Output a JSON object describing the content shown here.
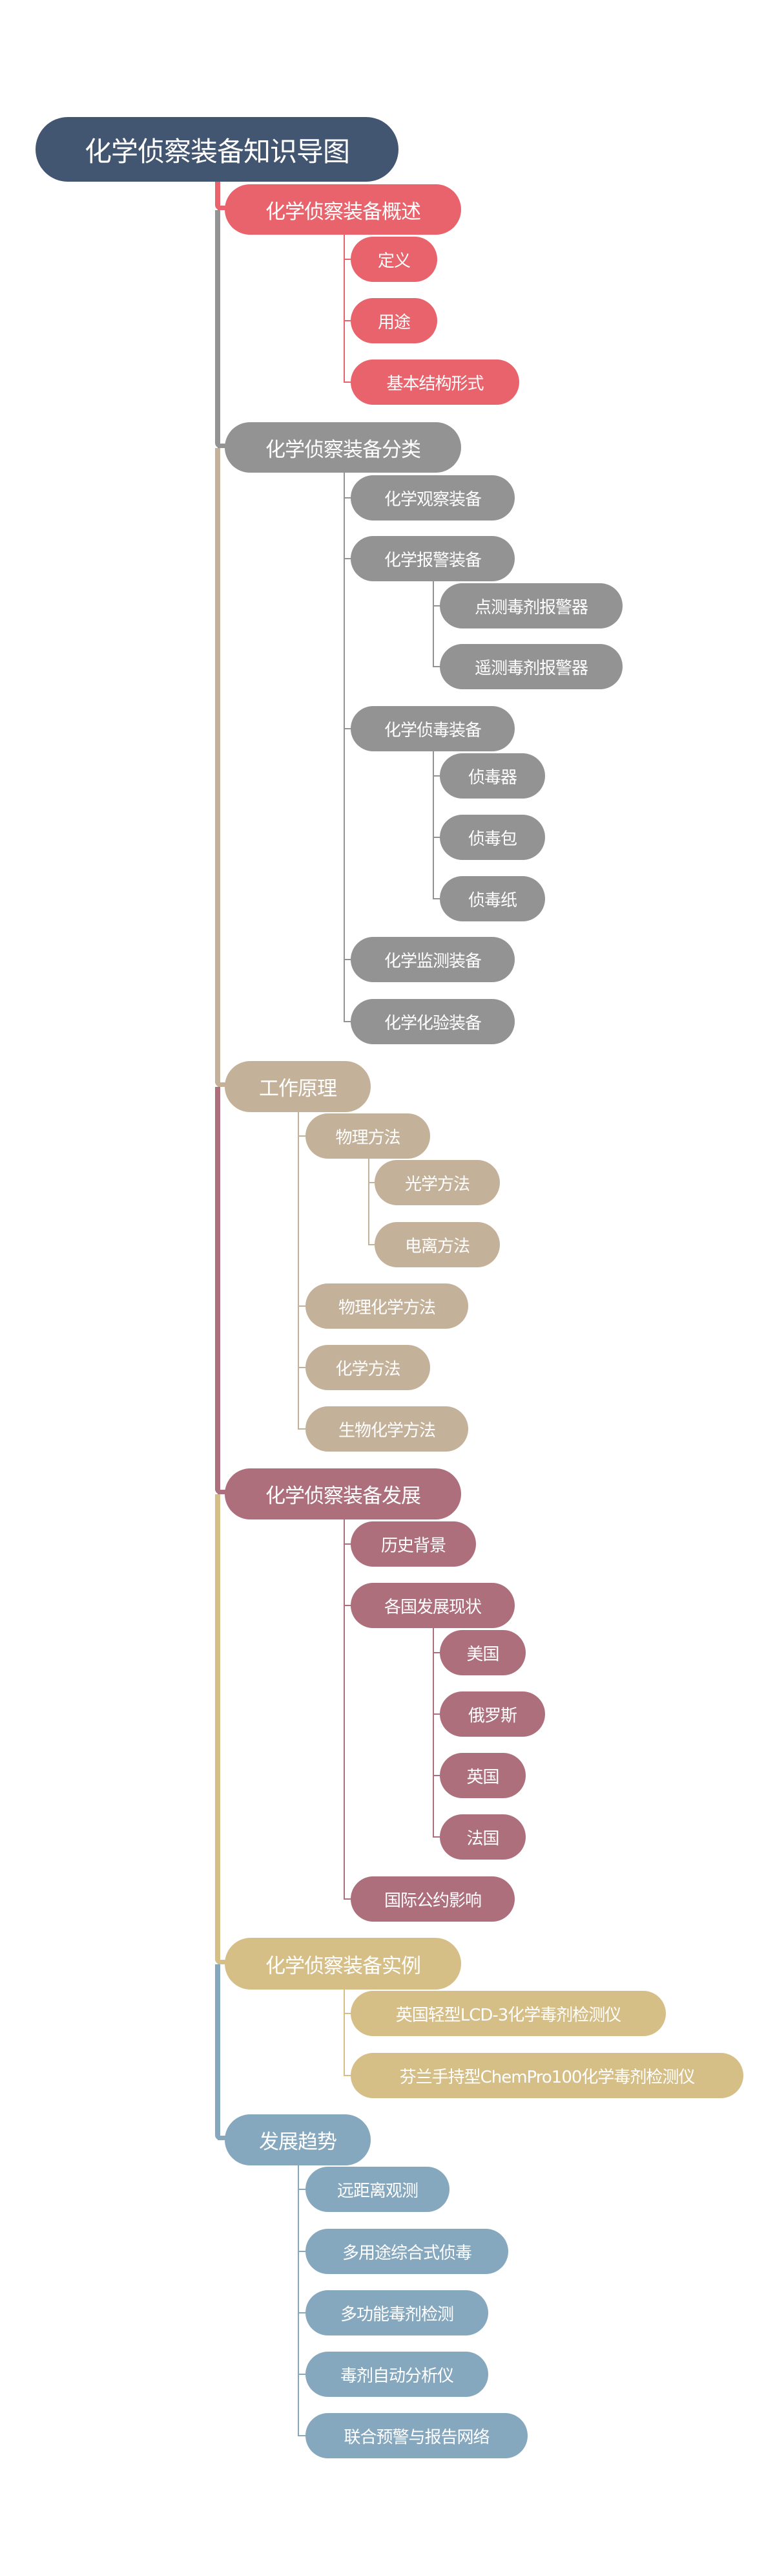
{
  "title": "化学侦察装备知识导图",
  "colors": {
    "root": "#435671",
    "overview": "#E9636C",
    "classification": "#939393",
    "principle": "#C4B199",
    "development": "#AD6F7C",
    "examples": "#D6BE87",
    "trends": "#86A8BE"
  },
  "branches": {
    "overview": {
      "label": "化学侦察装备概述",
      "children": [
        "定义",
        "用途",
        "基本结构形式"
      ]
    },
    "classification": {
      "label": "化学侦察装备分类",
      "children": [
        {
          "label": "化学观察装备"
        },
        {
          "label": "化学报警装备",
          "children": [
            "点测毒剂报警器",
            "遥测毒剂报警器"
          ]
        },
        {
          "label": "化学侦毒装备",
          "children": [
            "侦毒器",
            "侦毒包",
            "侦毒纸"
          ]
        },
        {
          "label": "化学监测装备"
        },
        {
          "label": "化学化验装备"
        }
      ]
    },
    "principle": {
      "label": "工作原理",
      "children": [
        {
          "label": "物理方法",
          "children": [
            "光学方法",
            "电离方法"
          ]
        },
        {
          "label": "物理化学方法"
        },
        {
          "label": "化学方法"
        },
        {
          "label": "生物化学方法"
        }
      ]
    },
    "development": {
      "label": "化学侦察装备发展",
      "children": [
        {
          "label": "历史背景"
        },
        {
          "label": "各国发展现状",
          "children": [
            "美国",
            "俄罗斯",
            "英国",
            "法国"
          ]
        },
        {
          "label": "国际公约影响"
        }
      ]
    },
    "examples": {
      "label": "化学侦察装备实例",
      "children": [
        "英国轻型LCD-3化学毒剂检测仪",
        "芬兰手持型ChemPro100化学毒剂检测仪"
      ]
    },
    "trends": {
      "label": "发展趋势",
      "children": [
        "远距离观测",
        "多用途综合式侦毒",
        "多功能毒剂检测",
        "毒剂自动分析仪",
        "联合预警与报告网络"
      ]
    }
  }
}
